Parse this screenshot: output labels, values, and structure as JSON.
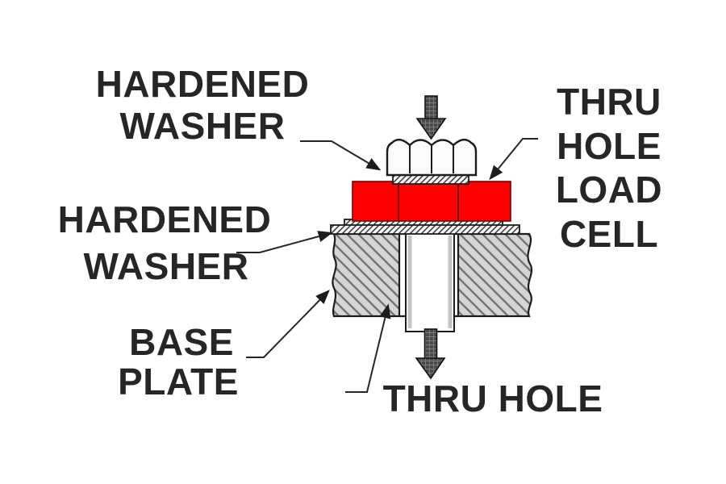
{
  "diagram": {
    "labels": {
      "hardened_washer_top": {
        "line1": "HARDENED",
        "line2": "WASHER"
      },
      "thru_hole_load_cell": {
        "line1": "THRU",
        "line2": "HOLE",
        "line3": "LOAD",
        "line4": "CELL"
      },
      "hardened_washer_lower": {
        "line1": "HARDENED",
        "line2": "WASHER"
      },
      "base_plate": {
        "line1": "BASE",
        "line2": "PLATE"
      },
      "thru_hole": {
        "text": "THRU HOLE"
      }
    },
    "colors": {
      "load_cell_red": "#ff0000",
      "metal_fill_gray": "#d5d5d5",
      "hatch_line_gray": "#757575",
      "outline_black": "#1c1c1c",
      "text_black": "#262626",
      "force_arrow_dark": "#4a4a4a",
      "background": "#ffffff"
    },
    "icons": {
      "force_arrow_top": "down-arrow",
      "force_arrow_bottom": "down-arrow"
    }
  }
}
